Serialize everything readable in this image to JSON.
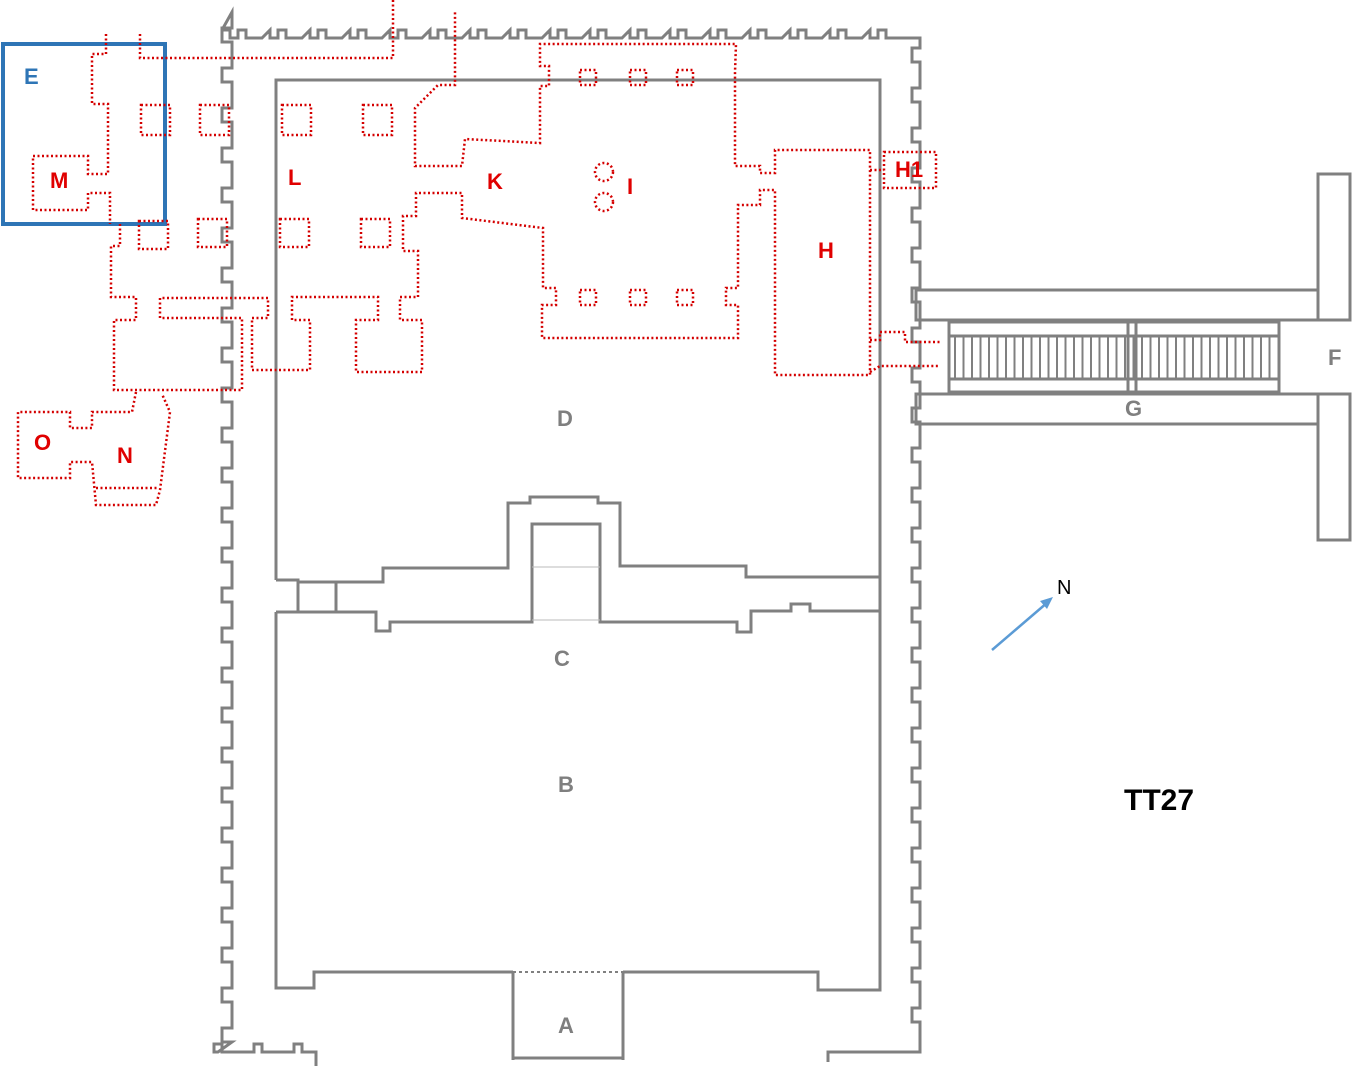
{
  "title": "TT27",
  "compass_label": "N",
  "labels": {
    "A": "A",
    "B": "B",
    "C": "C",
    "D": "D",
    "E": "E",
    "F": "F",
    "G": "G",
    "H": "H",
    "H1": "H1",
    "I": "I",
    "K": "K",
    "L": "L",
    "M": "M",
    "N": "N",
    "O": "O"
  },
  "colors": {
    "wall": "#808080",
    "excavated_area": "#d40000",
    "highlight_box": "#2e75b6"
  }
}
